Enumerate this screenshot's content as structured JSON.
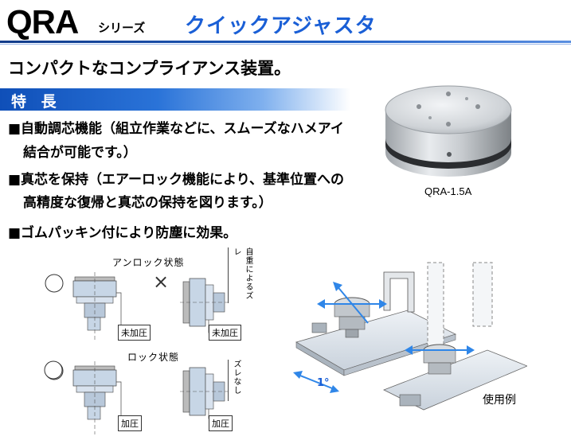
{
  "header": {
    "series": "QRA",
    "series_suffix": "シリーズ",
    "title": "クイックアジャスタ"
  },
  "headline": "コンパクトなコンプライアンス装置。",
  "features": {
    "label": "特 長",
    "items": [
      {
        "line1": "■自動調芯機能（組立作業などに、スムーズなハメアイ",
        "line2": "結合が可能です。）"
      },
      {
        "line1": "■真芯を保持（エアーロック機能により、基準位置への",
        "line2": "高精度な復帰と真芯の保持を図ります。）"
      },
      {
        "line1": "■ゴムパッキン付により防塵に効果。",
        "line2": ""
      }
    ]
  },
  "product": {
    "caption": "QRA-1.5A"
  },
  "diagrams": {
    "unlock_label": "アンロック状態",
    "lock_label": "ロック状態",
    "no_pressure": "未加圧",
    "pressure": "加圧",
    "deflect_tag": "自重によるズレ",
    "no_deflect_tag": "ズレなし",
    "mark_x": "×"
  },
  "usage": {
    "caption": "使用例",
    "dimension": "1°"
  },
  "colors": {
    "accent": "#1a5fd6",
    "bar": "#0f4fb8",
    "arrow": "#2f86e8"
  }
}
